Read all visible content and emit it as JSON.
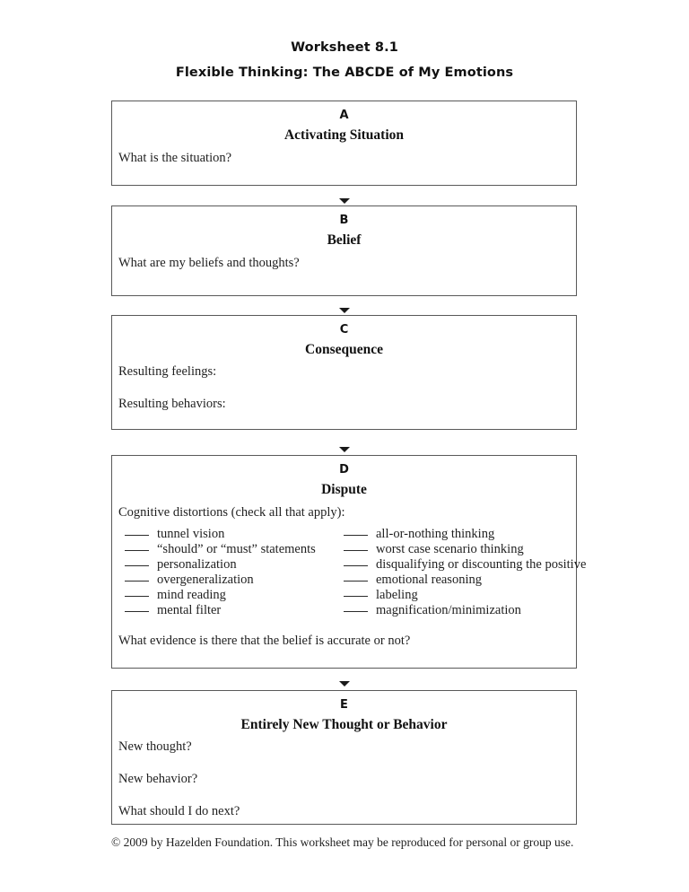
{
  "document": {
    "title": "Worksheet 8.1",
    "subtitle": "Flexible Thinking: The ABCDE of My Emotions"
  },
  "sections": {
    "a": {
      "letter": "A",
      "heading": "Activating Situation",
      "prompts": [
        "What is the situation?"
      ]
    },
    "b": {
      "letter": "B",
      "heading": "Belief",
      "prompts": [
        "What are my beliefs and thoughts?"
      ]
    },
    "c": {
      "letter": "C",
      "heading": "Consequence",
      "prompts": [
        "Resulting feelings:",
        "Resulting behaviors:"
      ]
    },
    "d": {
      "letter": "D",
      "heading": "Dispute",
      "intro": "Cognitive distortions (check all that apply):",
      "distortions_left": [
        "tunnel vision",
        "“should” or “must” statements",
        "personalization",
        "overgeneralization",
        "mind reading",
        "mental filter"
      ],
      "distortions_right": [
        "all-or-nothing thinking",
        "worst case scenario thinking",
        "disqualifying or discounting the positive",
        "emotional reasoning",
        "labeling",
        "magnification/minimization"
      ],
      "evidence_prompt": "What evidence is there that the belief is accurate or not?"
    },
    "e": {
      "letter": "E",
      "heading": "Entirely New Thought or Behavior",
      "prompts": [
        "New thought?",
        "New behavior?",
        "What should I do next?"
      ]
    }
  },
  "footer": {
    "copyright": "© 2009 by Hazelden Foundation. This worksheet may be reproduced for personal or group use."
  }
}
